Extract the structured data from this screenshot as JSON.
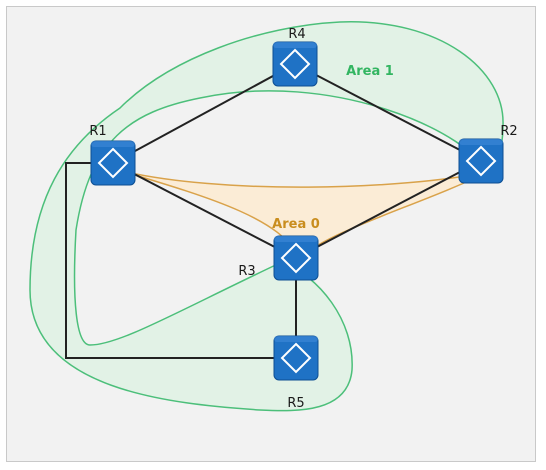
{
  "routers": {
    "r1": "R1",
    "r2": "R2",
    "r3": "R3",
    "r4": "R4",
    "r5": "R5",
    "icon_glyph": "R"
  },
  "areas": {
    "area0": "Area 0",
    "area1": "Area 1"
  },
  "colors": {
    "router_fill": "#1f72c5",
    "router_dark": "#0d4f93",
    "link": "#222222",
    "area0_stroke": "#d9a24a",
    "area0_fill": "#fbecd6",
    "area0_text": "#c98d1e",
    "area1_stroke": "#4cbf7a",
    "area1_fill": "#e2f2e6",
    "area1_text": "#32b561",
    "background": "#f2f2f2"
  }
}
